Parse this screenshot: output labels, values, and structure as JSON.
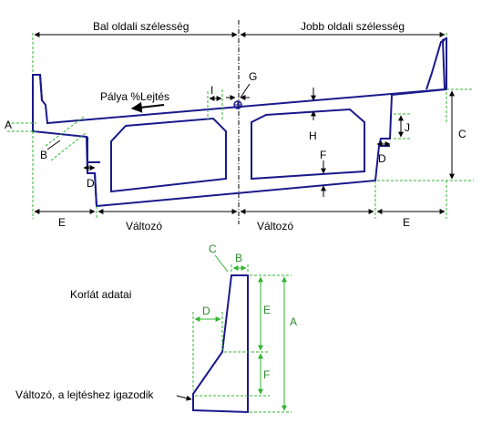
{
  "cross_section": {
    "left_width_label": "Bal oldali szélesség",
    "right_width_label": "Jobb oldali szélesség",
    "slope_label": "Pálya %Lejtés",
    "variable_left_label": "Változó",
    "variable_right_label": "Változó",
    "dims": {
      "A": "A",
      "B": "B",
      "C": "C",
      "D_left": "D",
      "D_right": "D",
      "E_left": "E",
      "E_right": "E",
      "F": "F",
      "G": "G",
      "H": "H",
      "I": "I",
      "J": "J"
    }
  },
  "barrier": {
    "title": "Korlát adatai",
    "note": "Változó, a lejtéshez igazodik",
    "dims": {
      "A": "A",
      "B": "B",
      "C": "C",
      "D": "D",
      "E": "E",
      "F": "F"
    }
  },
  "colors": {
    "outline": "#1a1a8c",
    "dimension_green": "#2fb52f",
    "text_green": "#2e8b2e"
  }
}
